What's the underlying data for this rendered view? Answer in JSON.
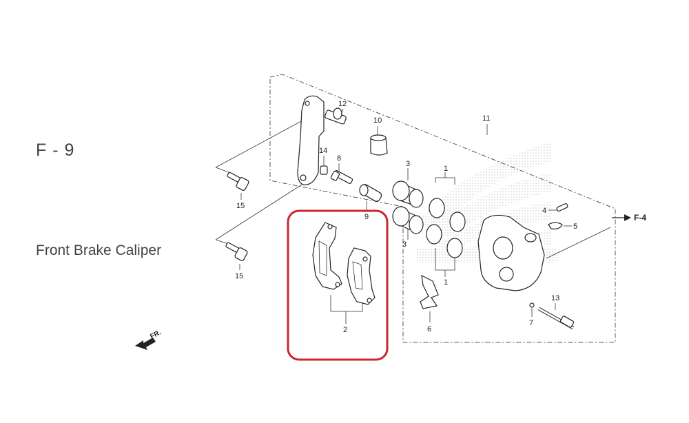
{
  "diagram": {
    "code": "F - 9",
    "title": "Front Brake Caliper",
    "direction_label": "FR.",
    "reference_label": "F-4",
    "callouts": {
      "c1a": "1",
      "c1b": "1",
      "c2": "2",
      "c3a": "3",
      "c3b": "3",
      "c4": "4",
      "c5": "5",
      "c6": "6",
      "c7": "7",
      "c8": "8",
      "c9": "9",
      "c10": "10",
      "c11": "11",
      "c12": "12",
      "c13": "13",
      "c14": "14",
      "c15a": "15",
      "c15b": "15"
    },
    "colors": {
      "highlight": "#cc2430",
      "lines": "#333333",
      "watermark": "#dcdcdc"
    },
    "highlighted_part": "2"
  }
}
